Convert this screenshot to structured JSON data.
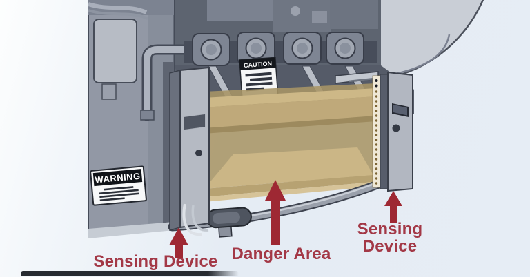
{
  "colors": {
    "background": "#e5ecf4",
    "annotation_arrow_red": "#9e2833",
    "annotation_label_red": "#a33846",
    "danger_area_tan": "#b9a475",
    "machine_gray": "#9298a5",
    "led_dot": "#7c6434"
  },
  "machine": {
    "warning_label": "WARNING",
    "caution_label": "CAUTION"
  },
  "annotations": {
    "sensing_device_left": {
      "label": "Sensing Device",
      "arrow": "up-arrow"
    },
    "danger_area": {
      "label": "Danger Area",
      "arrow": "up-arrow"
    },
    "sensing_device_right": {
      "label": "Sensing Device",
      "arrow": "up-arrow"
    }
  }
}
